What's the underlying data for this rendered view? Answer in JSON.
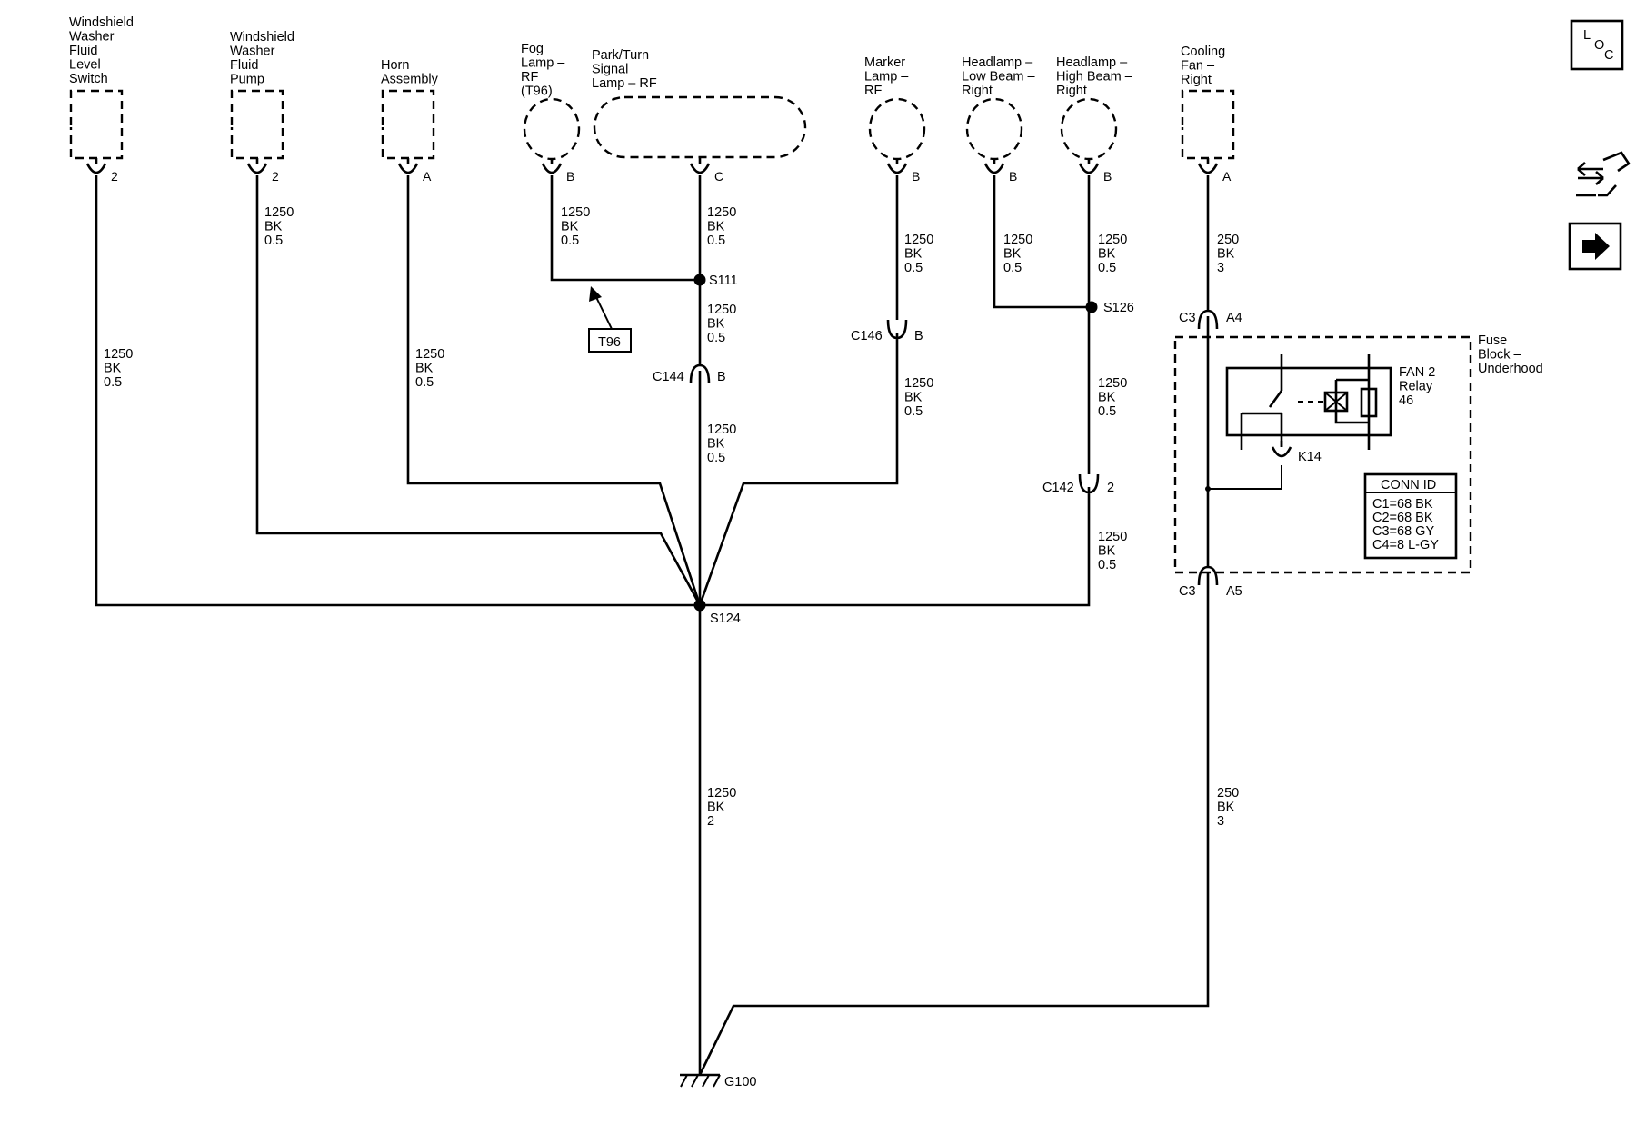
{
  "components": [
    {
      "id": "washer-switch",
      "label": [
        "Windshield",
        "Washer",
        "Fluid",
        "Level",
        "Switch"
      ],
      "pin": "2"
    },
    {
      "id": "washer-pump",
      "label": [
        "Windshield",
        "Washer",
        "Fluid",
        "Pump"
      ],
      "pin": "2"
    },
    {
      "id": "horn",
      "label": [
        "Horn",
        "Assembly"
      ],
      "pin": "A"
    },
    {
      "id": "fog-lamp",
      "label": [
        "Fog",
        "Lamp –",
        "RF",
        "(T96)"
      ],
      "pin": "B"
    },
    {
      "id": "park-turn-lamp",
      "label": [
        "Park/Turn",
        "Signal",
        "Lamp – RF"
      ],
      "pin": "C"
    },
    {
      "id": "marker-lamp",
      "label": [
        "Marker",
        "Lamp –",
        "RF"
      ],
      "pin": "B"
    },
    {
      "id": "headlamp-low",
      "label": [
        "Headlamp –",
        "Low Beam –",
        "Right"
      ],
      "pin": "B"
    },
    {
      "id": "headlamp-high",
      "label": [
        "Headlamp –",
        "High Beam –",
        "Right"
      ],
      "pin": "B"
    },
    {
      "id": "cooling-fan",
      "label": [
        "Cooling",
        "Fan –",
        "Right"
      ],
      "pin": "A"
    }
  ],
  "wires": [
    {
      "id": "w-washer-switch",
      "lines": [
        "1250",
        "BK",
        "0.5"
      ]
    },
    {
      "id": "w-washer-pump",
      "lines": [
        "1250",
        "BK",
        "0.5"
      ]
    },
    {
      "id": "w-horn",
      "lines": [
        "1250",
        "BK",
        "0.5"
      ]
    },
    {
      "id": "w-fog",
      "lines": [
        "1250",
        "BK",
        "0.5"
      ]
    },
    {
      "id": "w-park-upper",
      "lines": [
        "1250",
        "BK",
        "0.5"
      ]
    },
    {
      "id": "w-park-mid",
      "lines": [
        "1250",
        "BK",
        "0.5"
      ]
    },
    {
      "id": "w-park-lower",
      "lines": [
        "1250",
        "BK",
        "0.5"
      ]
    },
    {
      "id": "w-marker-upper",
      "lines": [
        "1250",
        "BK",
        "0.5"
      ]
    },
    {
      "id": "w-marker-lower",
      "lines": [
        "1250",
        "BK",
        "0.5"
      ]
    },
    {
      "id": "w-low-beam",
      "lines": [
        "1250",
        "BK",
        "0.5"
      ]
    },
    {
      "id": "w-high-beam",
      "lines": [
        "1250",
        "BK",
        "0.5"
      ]
    },
    {
      "id": "w-headlamp-mid",
      "lines": [
        "1250",
        "BK",
        "0.5"
      ]
    },
    {
      "id": "w-headlamp-lower",
      "lines": [
        "1250",
        "BK",
        "0.5"
      ]
    },
    {
      "id": "w-fan-upper",
      "lines": [
        "250",
        "BK",
        "3"
      ]
    },
    {
      "id": "w-main-ground",
      "lines": [
        "1250",
        "BK",
        "2"
      ]
    },
    {
      "id": "w-fan-lower",
      "lines": [
        "250",
        "BK",
        "3"
      ]
    }
  ],
  "splices": {
    "s111": "S111",
    "s124": "S124",
    "s126": "S126"
  },
  "inline_connectors": {
    "c144": {
      "name": "C144",
      "pin": "B"
    },
    "c146": {
      "name": "C146",
      "pin": "B"
    },
    "c142": {
      "name": "C142",
      "pin": "2"
    },
    "c3_a4": {
      "name": "C3",
      "pin": "A4"
    },
    "c3_a5": {
      "name": "C3",
      "pin": "A5"
    },
    "k14": {
      "name": "K14"
    }
  },
  "option_tag": "T96",
  "fuse_block": {
    "label": [
      "Fuse",
      "Block –",
      "Underhood"
    ]
  },
  "relay": {
    "label": [
      "FAN 2",
      "Relay",
      "46"
    ]
  },
  "conn_id": {
    "title": "CONN ID",
    "rows": [
      "C1=68 BK",
      "C2=68 BK",
      "C3=68 GY",
      "C4=8 L-GY"
    ]
  },
  "ground": "G100",
  "loc_icon": {
    "letters": [
      "L",
      "O",
      "C"
    ]
  }
}
